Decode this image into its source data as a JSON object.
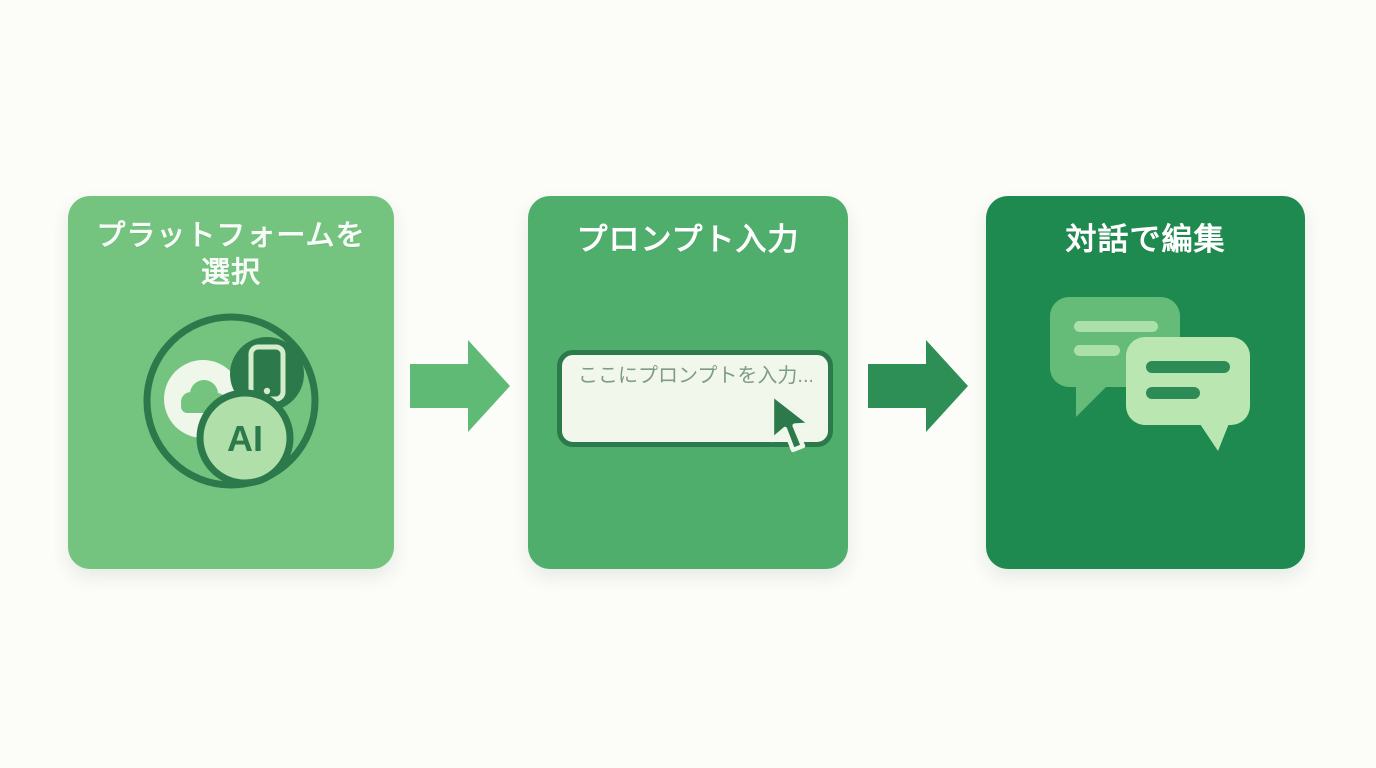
{
  "page": {
    "background": "#fcfcf8",
    "type": "three-step process diagram"
  },
  "steps": [
    {
      "title_line1": "プラットフォームを",
      "title_line2": "選択",
      "card_color": "#74c37e",
      "icon": "platform-cloud-phone-ai-icon",
      "ai_badge": "AI"
    },
    {
      "title": "プロンプト入力",
      "card_color": "#4fae6c",
      "input": {
        "value": "",
        "placeholder": "ここにプロンプトを入力..."
      },
      "icon": "cursor-pointer-icon"
    },
    {
      "title": "対話で編集",
      "card_color": "#1f8a4f",
      "icon": "chat-bubbles-icon"
    }
  ],
  "arrows": [
    {
      "direction": "right",
      "color": "#5fba75"
    },
    {
      "direction": "right",
      "color": "#2d8f55"
    }
  ],
  "colors": {
    "accent_dark": "#2c7a4b",
    "input_background": "#f1f7eb",
    "placeholder_text": "#7f9c85",
    "bubble_back": "#65bc78",
    "bubble_back_lines": "#abe0ab",
    "bubble_front": "#bae6b2",
    "bubble_front_lines": "#2d8b55",
    "ai_badge_fill": "#b0dfa9",
    "cloud_circle_fill": "#eef7e9",
    "phone_circle_fill": "#2c7a4b",
    "phone_glyph": "#d4ecca"
  }
}
